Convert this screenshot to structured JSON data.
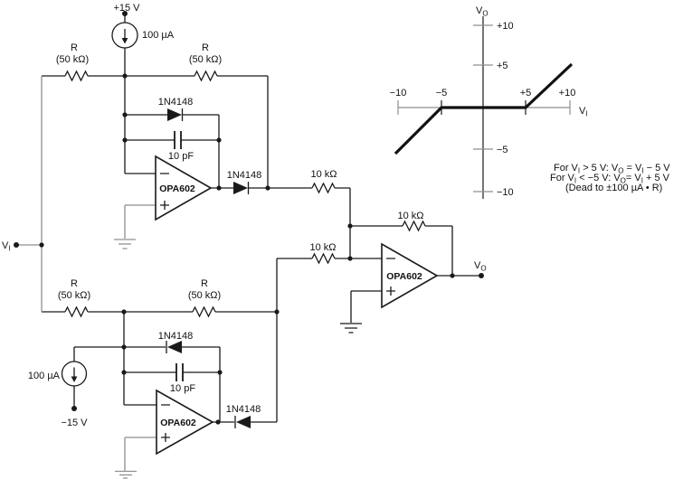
{
  "schematic": {
    "labels": {
      "supply_pos": "+15 V",
      "supply_neg": "−15 V",
      "current_source": "100 µA",
      "resistor_name": "R",
      "resistor_value": "(50 kΩ)",
      "resistor_10k": "10 kΩ",
      "diode": "1N4148",
      "capacitor": "10 pF",
      "opamp": "OPA602"
    },
    "ports": {
      "input": [
        {
          "t": "V"
        },
        {
          "t": "I",
          "sub": true
        }
      ],
      "output": [
        {
          "t": "V"
        },
        {
          "t": "O",
          "sub": true
        }
      ]
    }
  },
  "plot": {
    "axis_y_title": [
      {
        "t": "V"
      },
      {
        "t": "O",
        "sub": true
      }
    ],
    "axis_x_title": [
      {
        "t": "V"
      },
      {
        "t": "I",
        "sub": true
      }
    ],
    "y_ticks": [
      "+10",
      "+5",
      "−5",
      "−10"
    ],
    "x_ticks": [
      "−10",
      "−5",
      "+5",
      "+10"
    ],
    "formulas": {
      "line1": [
        {
          "t": "For V"
        },
        {
          "t": "I",
          "sub": true
        },
        {
          "t": " > 5 V:  V"
        },
        {
          "t": "O",
          "sub": true
        },
        {
          "t": " = V"
        },
        {
          "t": "I",
          "sub": true
        },
        {
          "t": " − 5 V"
        }
      ],
      "line2": [
        {
          "t": "For V"
        },
        {
          "t": "I",
          "sub": true
        },
        {
          "t": " < −5 V:  V"
        },
        {
          "t": "O",
          "sub": true
        },
        {
          "t": "= V"
        },
        {
          "t": "I",
          "sub": true
        },
        {
          "t": " + 5 V"
        }
      ],
      "line3": [
        {
          "t": "(Dead to ±100 µA • R)"
        }
      ]
    }
  },
  "chart_data": {
    "type": "line",
    "title": "",
    "xlabel": "VI",
    "ylabel": "VO",
    "xlim": [
      -10.5,
      10.5
    ],
    "ylim": [
      -11,
      11
    ],
    "x_ticks": [
      -10,
      -5,
      5,
      10
    ],
    "y_ticks": [
      -10,
      -5,
      5,
      10
    ],
    "grid": false,
    "legend": "none",
    "series": [
      {
        "name": "dead-band transfer function",
        "x": [
          -10.5,
          -5,
          5,
          10.5
        ],
        "y": [
          -5.5,
          0,
          0,
          5.5
        ]
      }
    ],
    "annotations": [
      "For VI > 5 V: VO = VI − 5 V",
      "For VI < −5 V: VO = VI + 5 V",
      "(Dead to ±100 µA • R)"
    ]
  },
  "colors": {
    "wire": "#1a1a1a",
    "wire_light": "#8f8f8f",
    "axis_gray": "#8f8f8f",
    "curve": "#111111"
  }
}
